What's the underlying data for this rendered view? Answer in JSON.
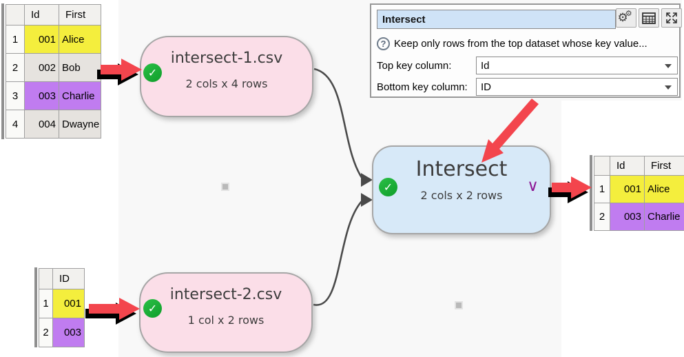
{
  "glyphs": {
    "check": "✓",
    "help": "?",
    "gear": "⚙"
  },
  "colors": {
    "canvas_bg": "#f8f8f8",
    "pink_node": "#fbdee8",
    "blue_node": "#d7e9f8",
    "node_border": "#a6a6a6",
    "green_check": "#14a62f",
    "yellow_cell": "#f4ee3d",
    "purple_cell": "#c07cf0",
    "gray_cell": "#e6e3df",
    "red_arrow": "#f3454d",
    "connector": "#4a4a4a",
    "chevron_purple": "#8e1a96",
    "title_field_bg": "#cfe3f7"
  },
  "panel": {
    "title_value": "Intersect",
    "help_text": "Keep only rows from the top dataset whose key value...",
    "top_key_label": "Top key column:",
    "top_key_value": "Id",
    "bottom_key_label": "Bottom key column:",
    "bottom_key_value": "ID"
  },
  "nodes": {
    "input1": {
      "title": "intersect-1.csv",
      "subtitle": "2 cols x 4 rows"
    },
    "input2": {
      "title": "intersect-2.csv",
      "subtitle": "1 col x 2 rows"
    },
    "intersect": {
      "title": "Intersect",
      "subtitle": "2 cols x 2 rows",
      "chevron": "∨"
    }
  },
  "tables": {
    "input1": {
      "headers": [
        "Id",
        "First"
      ],
      "rows": [
        {
          "num": "1",
          "cells": [
            "001",
            "Alice"
          ],
          "highlight": "yellow"
        },
        {
          "num": "2",
          "cells": [
            "002",
            "Bob"
          ],
          "highlight": "none"
        },
        {
          "num": "3",
          "cells": [
            "003",
            "Charlie"
          ],
          "highlight": "purple"
        },
        {
          "num": "4",
          "cells": [
            "004",
            "Dwayne"
          ],
          "highlight": "none"
        }
      ]
    },
    "input2": {
      "headers": [
        "ID"
      ],
      "rows": [
        {
          "num": "1",
          "cells": [
            "001"
          ],
          "highlight": "yellow"
        },
        {
          "num": "2",
          "cells": [
            "003"
          ],
          "highlight": "purple"
        }
      ]
    },
    "output": {
      "headers": [
        "Id",
        "First"
      ],
      "rows": [
        {
          "num": "1",
          "cells": [
            "001",
            "Alice"
          ],
          "highlight": "yellow"
        },
        {
          "num": "2",
          "cells": [
            "003",
            "Charlie"
          ],
          "highlight": "purple"
        }
      ]
    }
  }
}
